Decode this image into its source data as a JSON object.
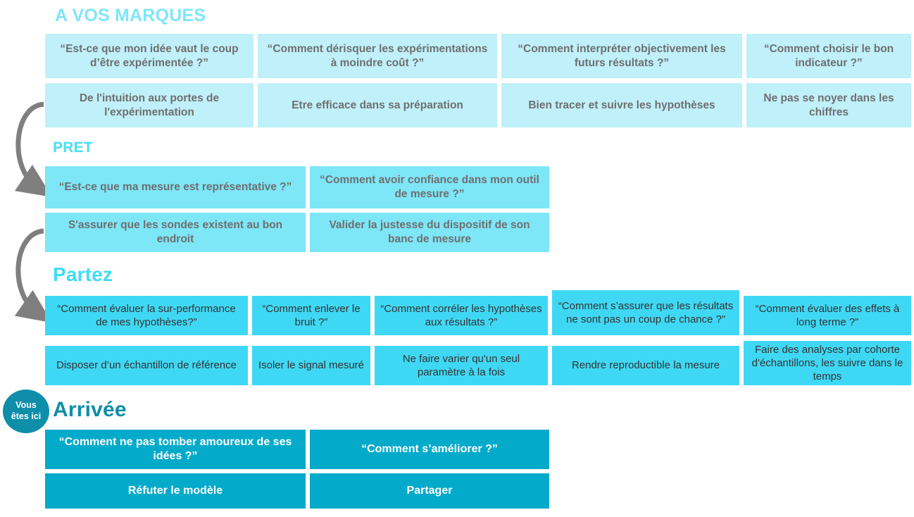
{
  "badge": {
    "line1": "Vous",
    "line2": "êtes ici",
    "color": "#0E8EA9"
  },
  "colors": {
    "section1_box": "#C0F0FA",
    "section2_box": "#7DE6F7",
    "section3_box": "#3FD8F4",
    "section4_box": "#04AACA",
    "title_marques": "#7FE6F8",
    "title_pret": "#48DEF7",
    "title_partez": "#3FDCF6",
    "title_arrivee": "#0E8EA9",
    "arrow": "#7F7F7F",
    "text_gray": "#6F6F6F",
    "text_dark": "#333333",
    "text_white": "#FFFFFF",
    "background": "#FFFFFF"
  },
  "sections": [
    {
      "title": "A VOS MARQUES",
      "questions": [
        "“Est-ce que mon idée vaut le coup d’être expérimentée ?”",
        "“Comment dérisquer les expérimentations à moindre coût ?”",
        "“Comment interpréter objectivement les futurs résultats ?”",
        "“Comment choisir le bon indicateur ?”"
      ],
      "answers": [
        "De l'intuition aux portes de l'expérimentation",
        "Etre efficace dans sa préparation",
        "Bien tracer et suivre les hypothèses",
        "Ne pas se noyer dans les chiffres"
      ]
    },
    {
      "title": "PRET",
      "questions": [
        "“Est-ce que ma mesure est représentative ?”",
        "“Comment avoir confiance dans mon outil de mesure ?”"
      ],
      "answers": [
        "S'assurer que les sondes existent au bon endroit",
        "Valider la justesse du dispositif de son banc de mesure"
      ]
    },
    {
      "title": "Partez",
      "questions": [
        "“Comment évaluer la sur-performance de mes hypothèses?”",
        "“Comment enlever le bruit ?”",
        "“Comment corréler les hypothèses aux résultats ?”",
        "“Comment s’assurer que les résultats ne sont pas un coup de chance ?”",
        "“Comment évaluer des effets à long terme ?”"
      ],
      "answers": [
        "Disposer d’un échantillon de référence",
        "Isoler le signal mesuré",
        "Ne faire varier qu'un seul paramètre à la fois",
        "Rendre reproductible la mesure",
        "Faire des analyses par cohorte d'échantillons, les suivre dans le temps"
      ]
    },
    {
      "title": "Arrivée",
      "questions": [
        "“Comment ne pas tomber amoureux de ses idées ?”",
        "“Comment s’améliorer ?”"
      ],
      "answers": [
        "Réfuter le modèle",
        "Partager"
      ]
    }
  ]
}
